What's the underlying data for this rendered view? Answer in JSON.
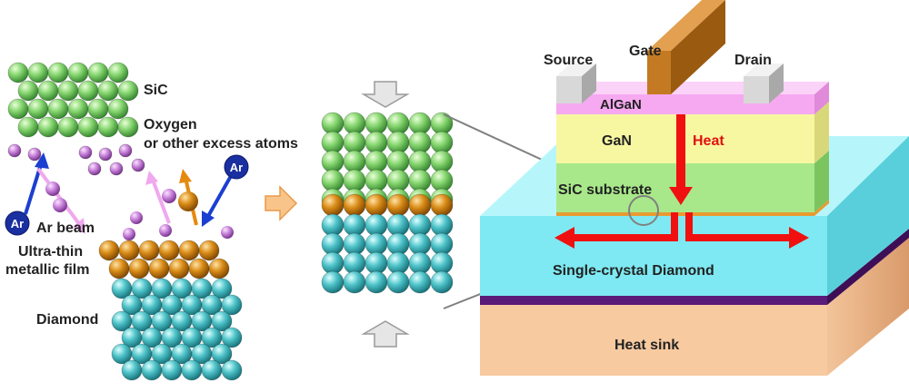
{
  "labels": {
    "sic": "SiC",
    "oxygen": "Oxygen",
    "excess_atoms": "or other excess atoms",
    "ar_beam": "Ar beam",
    "ultra_thin": "Ultra-thin",
    "metallic_film": "metallic film",
    "diamond": "Diamond",
    "ar_left": "Ar",
    "ar_right": "Ar",
    "source": "Source",
    "gate": "Gate",
    "drain": "Drain",
    "algan": "AlGaN",
    "gan": "GaN",
    "heat": "Heat",
    "sic_substrate": "SiC substrate",
    "single_crystal_diamond": "Single-crystal Diamond",
    "heat_sink": "Heat sink"
  },
  "colors": {
    "sic_atom": "#7fcf6a",
    "diamond_atom": "#4ec3c9",
    "metal_atom": "#d68a16",
    "oxygen_atom": "#c37bd6",
    "ar_atom": "#1a2fa0",
    "ar_beam_arrow": "#1b3fd0",
    "ejected_arrow": "#f0a8ef",
    "metal_arrow": "#e58a10",
    "process_arrow": "#f6b26b",
    "press_arrow": "#c8c8c8",
    "algan_layer": "#f6a9f1",
    "gan_layer": "#f7f7a2",
    "sic_layer": "#a8e88a",
    "diamond_layer": "#7ee9f2",
    "heat_sink_layer": "#f7caa0",
    "bond_film": "#5a1a78",
    "heat_arrow": "#f01010",
    "electrode": "#d8d8d8",
    "gate_electrode": "#c37a22"
  }
}
